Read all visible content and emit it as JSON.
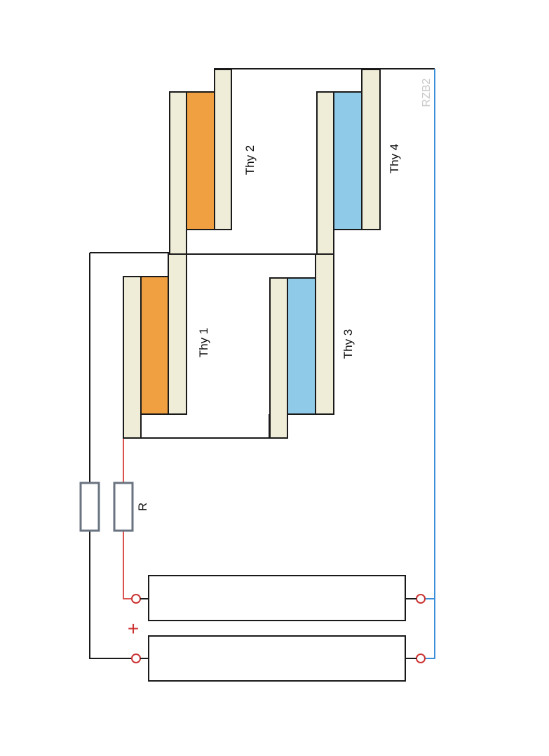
{
  "labels": {
    "thy1": "Thy 1",
    "thy2": "Thy 2",
    "thy3": "Thy 3",
    "thy4": "Thy 4",
    "resistor": "R",
    "plus": "+",
    "watermark": "RZB2"
  },
  "colors": {
    "wire": "#1a1a1a",
    "wire_positive": "#d9534f",
    "wire_return": "#3a8fd6",
    "plate_outer": "#efedd8",
    "thy_orange": "#f0a040",
    "thy_blue": "#8fcbe8",
    "resistor_border": "#6a7380",
    "terminal": "#cc3333",
    "watermark": "#c8c8c8"
  }
}
